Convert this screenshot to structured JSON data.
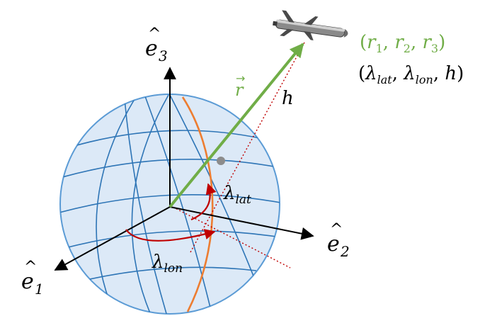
{
  "axes": {
    "e1": {
      "base": "e",
      "sub": "1"
    },
    "e2": {
      "base": "e",
      "sub": "2"
    },
    "e3": {
      "base": "e",
      "sub": "3"
    }
  },
  "position_vector": {
    "symbol": "r"
  },
  "coordinates_cartesian": {
    "open": "(",
    "r": "r",
    "s1": "1",
    "comma1": ", ",
    "s2": "2",
    "comma2": ", ",
    "s3": "3",
    "close": ")"
  },
  "coordinates_geodetic": {
    "open": "(",
    "lambda1": "λ",
    "lat": "lat",
    "comma1": ", ",
    "lambda2": "λ",
    "lon": "lon",
    "comma2": ", ",
    "h": "h",
    "close": ")"
  },
  "altitude_label": "h",
  "latitude_label": {
    "base": "λ",
    "sub": "lat"
  },
  "longitude_label": {
    "base": "λ",
    "sub": "lon"
  },
  "colors": {
    "globe_fill": "#dce9f7",
    "globe_lines": "#2e75b6",
    "meridian": "#ed7d31",
    "vector": "#70ad47",
    "angle_arcs": "#c00000",
    "projection_lines": "#c00000",
    "axes": "#000000"
  }
}
